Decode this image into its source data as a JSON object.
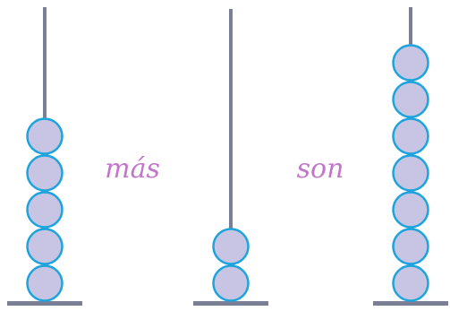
{
  "colors": {
    "rod": "#7b7f96",
    "bead_fill": "#c8c4e4",
    "bead_stroke": "#1ea4dc",
    "word": "#c176c9"
  },
  "abacuses": [
    {
      "beads": 5
    },
    {
      "beads": 2
    },
    {
      "beads": 7
    }
  ],
  "words": [
    "más",
    "son"
  ]
}
